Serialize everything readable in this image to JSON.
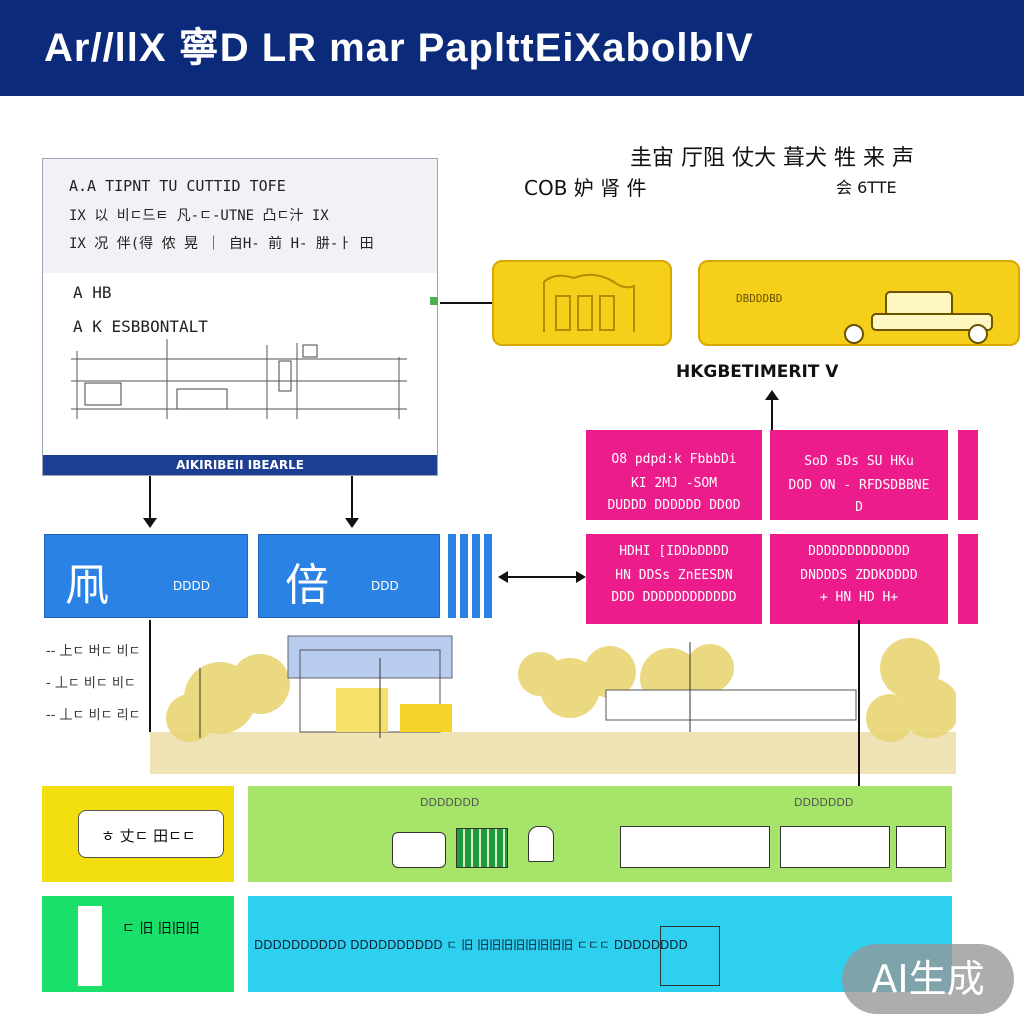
{
  "header": {
    "title": "Ar//llX 寧D LR mar PaplttEiXabolblV"
  },
  "left_card": {
    "lines": [
      "A.A TIPNT TU CUTTID TOFE",
      "IX 以 비ㄷ드ㅌ 凡-ㄷ-UTNE 凸ㄷ汁 IX",
      "IX 况 伴(得 侬 晃 ｜ 自H- 前 H- 肼-ㅏ 田"
    ],
    "label_a": "A HB",
    "label_b": "A K ESBBONTALT",
    "footer": "AIKIRIBEII IBEARLE"
  },
  "top_right": {
    "line1": "圭宙 厅阻 仗大 葺犬 牲 来 声",
    "line2": "COB 妒 肾 件",
    "line3": "会 6TTE",
    "caption": "HKGBETIMERIT V"
  },
  "yellow_panel": {
    "label": "DBDDDBD"
  },
  "magenta": {
    "cells": [
      {
        "lines": [
          "O8 pdpd:k FbbbDi",
          "KI 2MJ -SOM",
          "DUDDD DDDDDD DDOD"
        ]
      },
      {
        "lines": [
          "SoD sDs SU HKu",
          "DOD ON - RFDSDBBNE",
          "D"
        ]
      },
      {
        "lines": [
          "HDHI [IDDbDDDD",
          "HN DDSs ZnEESDN",
          "DDD DDDDDDDDDDDD"
        ]
      },
      {
        "lines": [
          "DDDDDDDDDDDDD",
          "DNDDDS ZDDKDDDD",
          "+ HN HD H+"
        ]
      }
    ]
  },
  "blue": {
    "cells": [
      {
        "big": "凧",
        "small": "DDDD"
      },
      {
        "big": "倍",
        "small": "DDD"
      }
    ]
  },
  "left_list": [
    "-- 上ㄷ 버ㄷ 비ㄷ",
    "- 丄ㄷ 비ㄷ 비ㄷ",
    "-- 丄ㄷ 비ㄷ 리ㄷ"
  ],
  "bottom": {
    "yellow_label": "ㅎ 丈ㄷ 田ㄷㄷ",
    "green_caption1": "DDDDDDD",
    "green_caption2": "DDDDDDD",
    "green_small_label": "ㄷ 旧 旧旧旧",
    "cyan_caption": "DDDDDDDDDD DDDDDDDDDD  ㄷ  旧 旧旧旧旧旧旧旧旧  ㄷㄷㄷ DDDDDDDD"
  },
  "badge": {
    "text": "AI生成"
  },
  "colors": {
    "header": "#0b2a7a",
    "yellow": "#f6cf1a",
    "magenta": "#ec1c8c",
    "blue": "#2a82e4",
    "green": "#a6e46a",
    "green_bright": "#18e06a",
    "cyan": "#2ed0f0"
  }
}
